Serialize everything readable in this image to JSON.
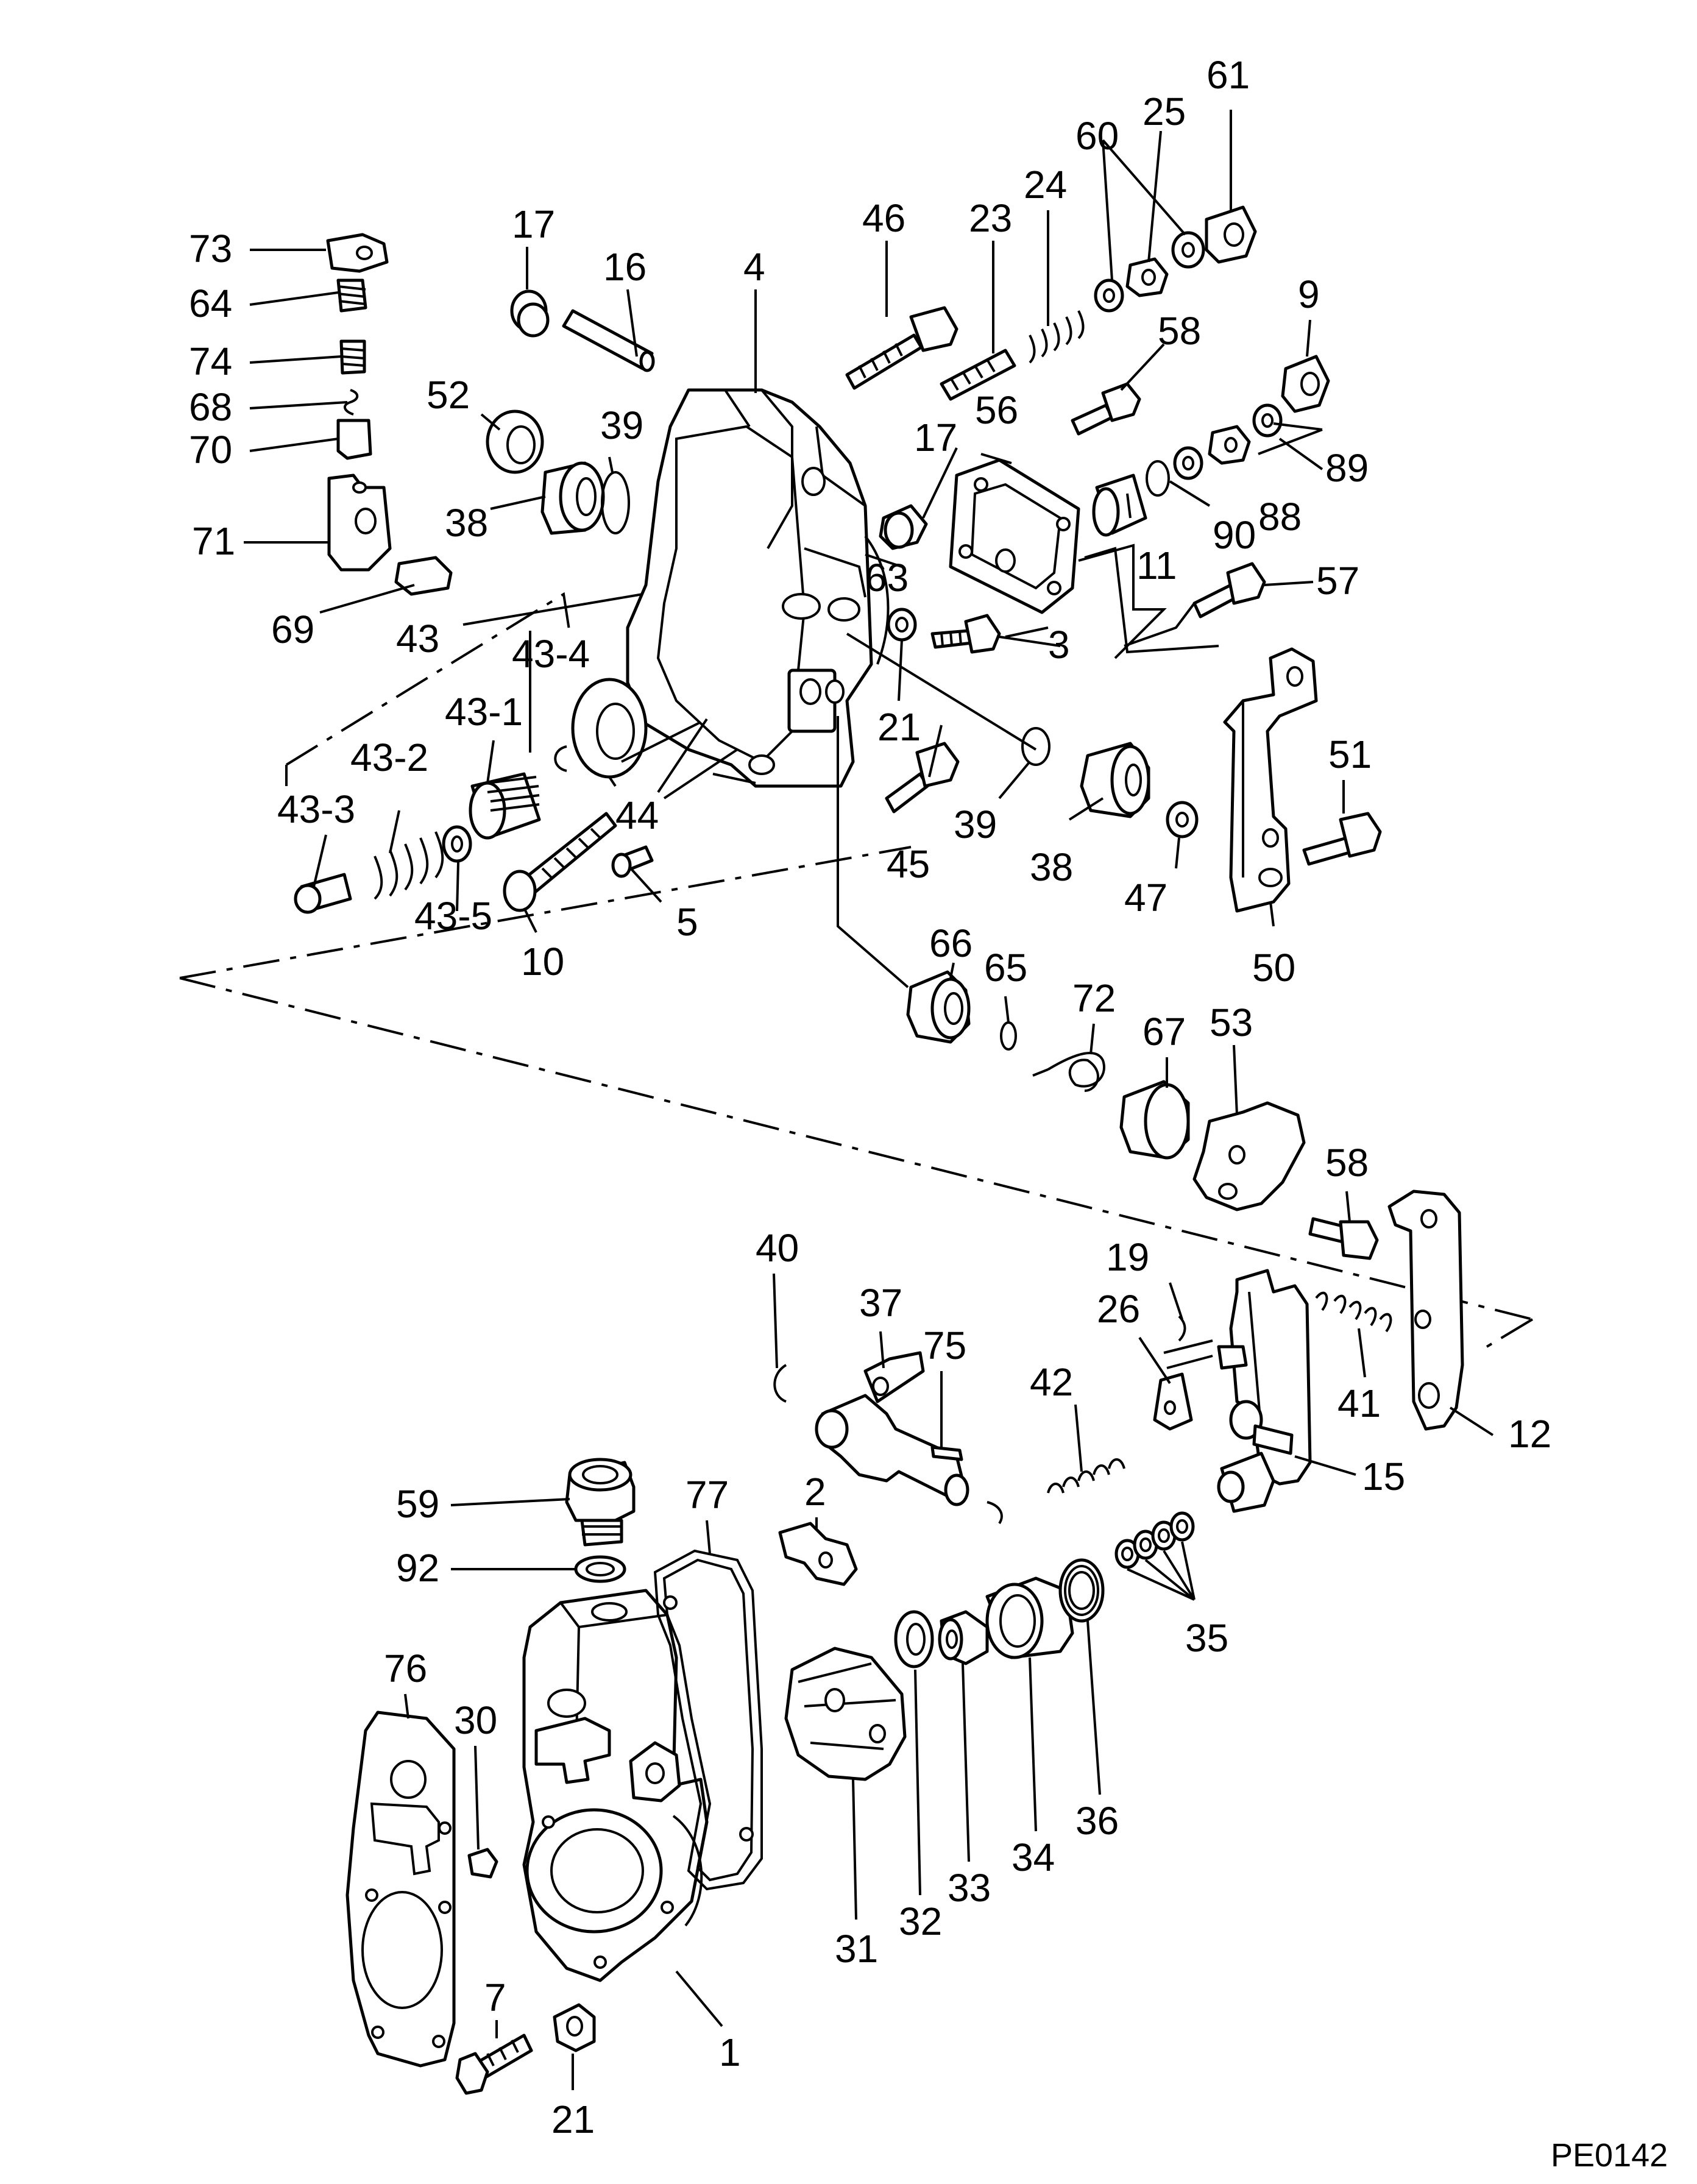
{
  "figure_code": "PE0142",
  "labels": {
    "p1": "1",
    "p2": "2",
    "p3": "3",
    "p4": "4",
    "p5": "5",
    "p7": "7",
    "p9": "9",
    "p10": "10",
    "p11": "11",
    "p12": "12",
    "p15": "15",
    "p16": "16",
    "p17a": "17",
    "p17b": "17",
    "p19": "19",
    "p21a": "21",
    "p21b": "21",
    "p23": "23",
    "p24": "24",
    "p25": "25",
    "p26": "26",
    "p30": "30",
    "p31": "31",
    "p32": "32",
    "p33": "33",
    "p34": "34",
    "p35": "35",
    "p36": "36",
    "p37": "37",
    "p38a": "38",
    "p38b": "38",
    "p39a": "39",
    "p39b": "39",
    "p40": "40",
    "p41": "41",
    "p42": "42",
    "p43": "43",
    "p43_1": "43-1",
    "p43_2": "43-2",
    "p43_3": "43-3",
    "p43_4": "43-4",
    "p43_5": "43-5",
    "p44": "44",
    "p45": "45",
    "p46": "46",
    "p47": "47",
    "p50": "50",
    "p51": "51",
    "p52": "52",
    "p53": "53",
    "p56": "56",
    "p57": "57",
    "p58a": "58",
    "p58b": "58",
    "p59": "59",
    "p60": "60",
    "p61": "61",
    "p63": "63",
    "p64": "64",
    "p65": "65",
    "p66": "66",
    "p67": "67",
    "p68": "68",
    "p69": "69",
    "p70": "70",
    "p71": "71",
    "p72": "72",
    "p73": "73",
    "p74": "74",
    "p75": "75",
    "p76": "76",
    "p77": "77",
    "p88": "88",
    "p89": "89",
    "p90": "90",
    "p92": "92"
  }
}
